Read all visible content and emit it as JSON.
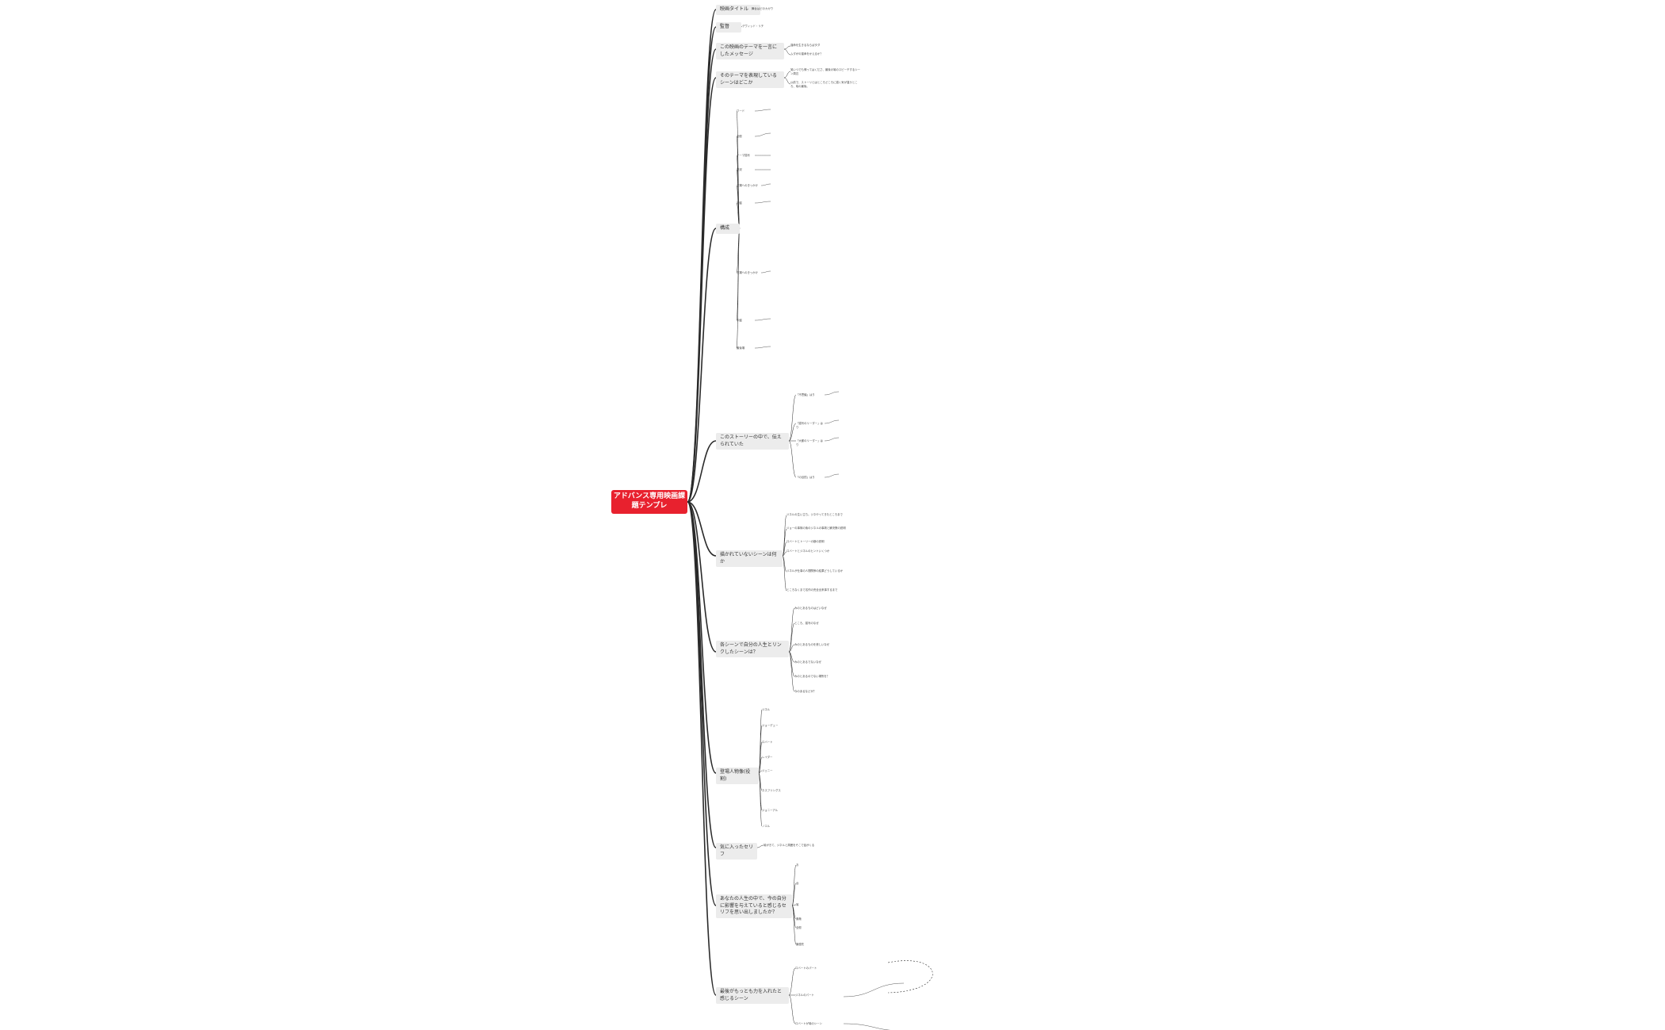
{
  "root": "アドバンス専用映画課題テンプレ",
  "branches": [
    {
      "label": "映画タイトル",
      "children": [
        "舞台はどのカガウ"
      ]
    },
    {
      "label": "監督",
      "children": [
        "デヴィッド・リチ"
      ]
    },
    {
      "label": "この映画のテーマを一言にしたメッセージ",
      "children": [
        "運命を生きるならばタダ",
        "ムダがの運命をかえるか？"
      ]
    },
    {
      "label": "そのテーマを表現しているシーンはどこか",
      "children": [
        "鳩いつでも帰ってはくださ、最後の鳩のスピーチするシーン周辺",
        "以前で、ストーリとはところどころに描く気が違うところ、鳩の最後。"
      ]
    },
    {
      "label": "構成",
      "children": [
        "ワード",
        "全般",
        "テーマ描写",
        "状況",
        "次場へのきっかけ",
        "序盤",
        "次場へのきっかけ",
        "中盤",
        "最後場"
      ]
    },
    {
      "label": "このストーリーの中で、伝えられていた",
      "children": [
        "「不思議」はり",
        "「描写のリーダー」はり",
        "「大都のリーダー」はり",
        "「の目的」はり"
      ]
    },
    {
      "label": "描かれていないシーンは何か",
      "children": [
        "ジネルの生い立ち。ジネやってきたところまで",
        "ジョーの事故の後のジネルの事故と解決策の説明",
        "ロバートとトーリーの娘の説明",
        "ロバートとジネルのヒントいくつか",
        "ジネルが仕事の人間関係の結果どうしているか",
        "ところなくまで名作の完全出来事するまで"
      ]
    },
    {
      "label": "各シーンで自分の人生とリンクしたシーンは？",
      "children": [
        "みのとあるものはどいなぜ",
        "ところ、描写のなぜ",
        "みのとあるものを悲しいなぜ",
        "みのとあるでないなぜ",
        "みのとあるのでない場所を？",
        "今のあるなどが？"
      ]
    },
    {
      "label": "登場人物像(役割)",
      "children": [
        "ジネル",
        "ジョーデュー",
        "ロバート",
        "レイダー",
        "ジェニー",
        "ネスフリングス",
        "ジョニーアル",
        "ノエル"
      ]
    },
    {
      "label": "気に入ったセリフ",
      "children": [
        "鳩がきて、ジネルと周囲をそこで話がくる"
      ]
    },
    {
      "label": "あなたの人生の中で、今の自分に影響を与えていると感じるセリフを思い出しましたか？",
      "children": [
        "お",
        "台",
        "鳩",
        "素敵",
        "全般",
        "最優先"
      ]
    },
    {
      "label": "最後がもっとも力を入れたと感じるシーン",
      "children": [
        "ロバートのパート",
        "ジネルのパート",
        "ロバートが鳩のシーン"
      ]
    }
  ],
  "colors": {
    "root": "#e8212e",
    "topic_bg": "#ececec",
    "line": "#2a2a2a",
    "text": "#444444"
  }
}
